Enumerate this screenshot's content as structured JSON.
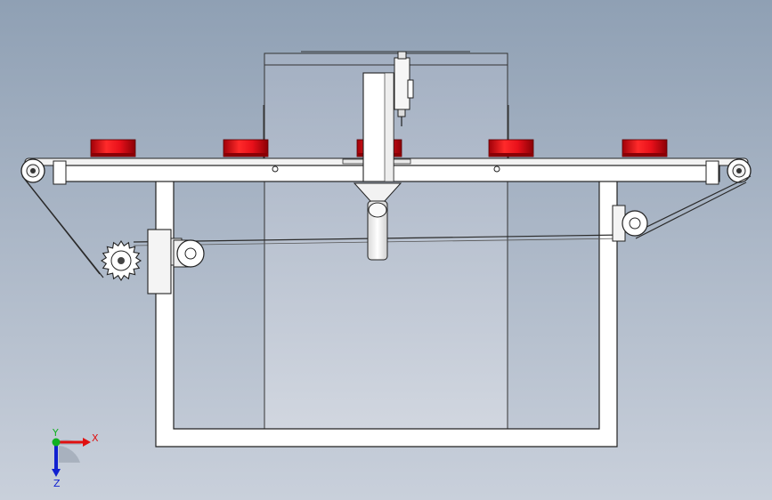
{
  "viewport": {
    "background_top": "#8fa0b4",
    "background_bottom": "#c9d0db"
  },
  "model": {
    "frame_color": "#ffffff",
    "outline_color": "#222222",
    "enclosure_glass_color": "#c7ced9",
    "cap_color": "#e8101a",
    "cap_count": 5
  },
  "triad": {
    "x_label": "X",
    "y_label": "Y",
    "z_label": "Z",
    "x_color": "#e01010",
    "y_color": "#10b020",
    "z_color": "#1020d0"
  }
}
